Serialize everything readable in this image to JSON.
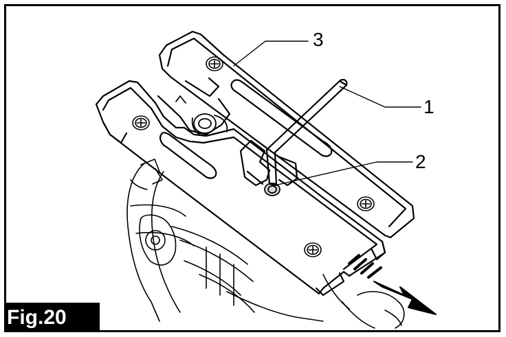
{
  "figure": {
    "label": "Fig.20"
  },
  "callouts": {
    "hex_wrench": "1",
    "bolt": "2",
    "base": "3"
  }
}
